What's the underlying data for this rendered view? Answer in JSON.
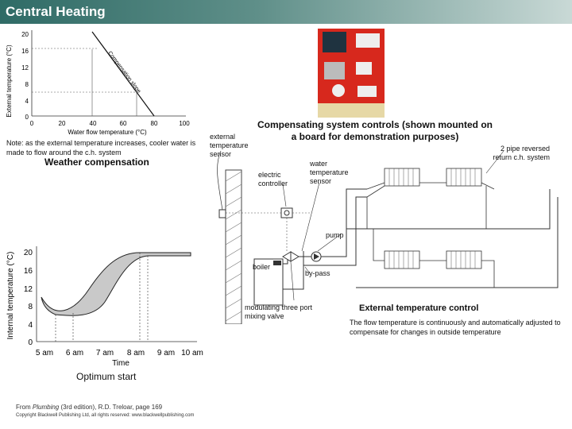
{
  "header": {
    "title": "Central Heating"
  },
  "wc_chart": {
    "ylabel": "External temperature (°C)",
    "xlabel": "Water flow temperature (°C)",
    "yticks": [
      "20",
      "16",
      "12",
      "8",
      "4",
      "0"
    ],
    "xticks": [
      "0",
      "20",
      "40",
      "60",
      "80",
      "100"
    ],
    "slope_label": "Compensation slope",
    "note": "Note: as the external temperature increases, cooler water is made to flow around the c.h. system",
    "caption": "Weather compensation"
  },
  "os_chart": {
    "ylabel": "Internal temperature (°C)",
    "xlabel": "Time",
    "yticks": [
      "20",
      "16",
      "12",
      "8",
      "4",
      "0"
    ],
    "xticks": [
      "5 am",
      "6 am",
      "7 am",
      "8 am",
      "9 am",
      "10 am"
    ],
    "caption": "Optimum start"
  },
  "diagram": {
    "caption": "Compensating system controls (shown mounted on a board for demonstration purposes)",
    "external_sensor": "external temperature sensor",
    "electric_controller": "electric controller",
    "water_sensor": "water temperature sensor",
    "pipe_label": "2 pipe reversed return c.h. system",
    "pump": "pump",
    "boiler": "boiler",
    "bypass": "by-pass",
    "valve": "modulating three port mixing valve",
    "section_title": "External temperature control",
    "description": "The flow temperature is continuously and automatically adjusted to compensate for changes in outside temperature"
  },
  "footer": {
    "source_prefix": "From ",
    "source_book": "Plumbing",
    "source_rest": " (3rd edition), R.D. Treloar, page 169",
    "copyright": "Copyright Blackwell Publishing Ltd, all rights reserved: www.blackwellpublishing.com"
  },
  "colors": {
    "title_bar": "#2f6b66",
    "photo_board": "#d7281d"
  }
}
